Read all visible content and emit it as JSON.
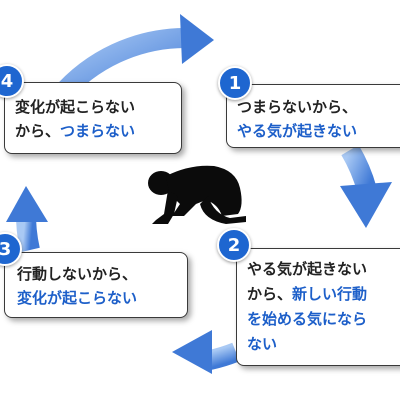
{
  "steps": [
    {
      "number": "1",
      "lines": [
        [
          {
            "t": "つまらないから、",
            "c": "black"
          }
        ],
        [
          {
            "t": "やる気が起きない",
            "c": "blue"
          }
        ]
      ]
    },
    {
      "number": "2",
      "lines": [
        [
          {
            "t": "やる気が起きない",
            "c": "black"
          }
        ],
        [
          {
            "t": "から、",
            "c": "black"
          },
          {
            "t": "新しい行動",
            "c": "blue"
          }
        ],
        [
          {
            "t": "を始める気になら",
            "c": "blue"
          }
        ],
        [
          {
            "t": "ない",
            "c": "blue"
          }
        ]
      ]
    },
    {
      "number": "3",
      "lines": [
        [
          {
            "t": "行動しないから、",
            "c": "black"
          }
        ],
        [
          {
            "t": "変化が起こらない",
            "c": "blue"
          }
        ]
      ]
    },
    {
      "number": "4",
      "lines": [
        [
          {
            "t": "変化が起こらない",
            "c": "black"
          }
        ],
        [
          {
            "t": "から、",
            "c": "black"
          },
          {
            "t": "つまらない",
            "c": "blue"
          }
        ]
      ]
    }
  ],
  "colors": {
    "arrow": "#4f86dd",
    "arrow_light": "#9cc0f2",
    "accent": "#1d5fc9",
    "badge": "#1e66d0"
  },
  "center_figure": "kneeling-person-silhouette"
}
